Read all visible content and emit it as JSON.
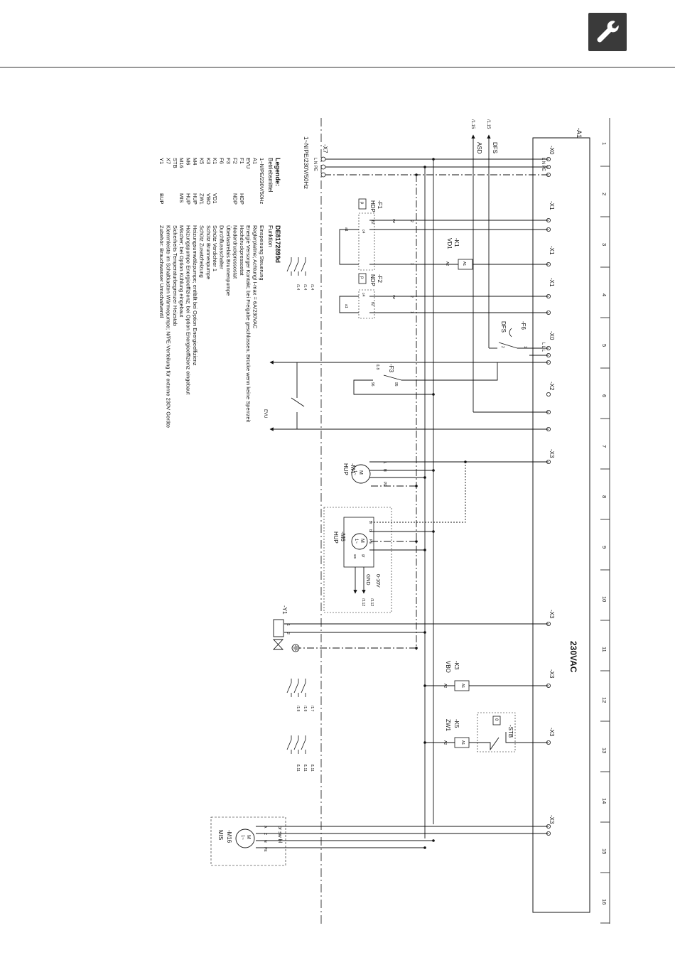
{
  "header": {
    "icon": "wrench-icon"
  },
  "schematic": {
    "board": "-A1",
    "voltage": "230VAC",
    "columns": [
      "1",
      "2",
      "3",
      "4",
      "5",
      "6",
      "7",
      "8",
      "9",
      "10",
      "11",
      "12",
      "13",
      "14",
      "15",
      "16"
    ],
    "terminals": {
      "x0a": "-X0",
      "x0a_pins": "L N PE",
      "x1a": "-X1",
      "x1b": "-X1",
      "x1c": "-X1",
      "x0b": "-X0",
      "x0b_pins": "L L L",
      "x2": "-X2",
      "x3a": "-X3",
      "x3b": "-X3",
      "x3c": "-X3",
      "x3d": "-X3",
      "x3e": "-X3",
      "x7": "-X7",
      "x7_pins": "L N PE"
    },
    "supply": "1~N/PE/230V/50Hz",
    "signals": [
      {
        "ref": "/1.15",
        "name": "DFS"
      },
      {
        "ref": "/1.15",
        "name": "ASD"
      }
    ],
    "components": {
      "f1": {
        "tag": "-F1",
        "name": "HDP",
        "pins": [
          "b2",
          "c4",
          "a1"
        ]
      },
      "k1": {
        "tag": "-K1",
        "name": "VD1",
        "pins": [
          "A1",
          "A2"
        ]
      },
      "f2": {
        "tag": "-F2",
        "name": "NDP",
        "pins": [
          "b2",
          "c4",
          "a1"
        ]
      },
      "f6": {
        "tag": "-F6",
        "name": "DFS",
        "pins": [
          "1",
          "2"
        ]
      },
      "f3": {
        "tag": "-F3",
        "pins": [
          "95",
          "96"
        ],
        "ref": "/1.8"
      },
      "evu": {
        "name": "EVU"
      },
      "m4": {
        "tag": "-M4",
        "name": "HUP",
        "pins": [
          "L",
          "N",
          "PE"
        ]
      },
      "m6": {
        "tag": "-M6",
        "name": "HUP",
        "pins": [
          "br",
          "bl",
          "PE",
          "gr",
          "ws"
        ],
        "signal": "0-10V",
        "gnd": "GND",
        "ref1": "/3.12",
        "ref2": "/3.12"
      },
      "y1": {
        "tag": "-Y1",
        "pins": [
          "1",
          "2"
        ]
      },
      "k3": {
        "tag": "-K3",
        "name": "VBO",
        "pins": [
          "A1",
          "A2"
        ]
      },
      "stb": {
        "tag": "-STB"
      },
      "k5": {
        "tag": "-K5",
        "name": "ZW1",
        "pins": [
          "A1",
          "A2"
        ]
      },
      "m16": {
        "tag": "-M16",
        "name": "MIS",
        "pins": [
          "A",
          "Z",
          "N",
          "PE"
        ],
        "wires": "br sw bl"
      }
    },
    "wire_numbers": {
      "w1": "sw",
      "w2": "2",
      "w3": "1",
      "w4": "sw",
      "w5": "2",
      "w6": "1",
      "w7": "1",
      "w8": "2"
    },
    "contact_refs": {
      "k1": [
        "/1.4",
        "/1.4",
        "/1.4"
      ],
      "k3": [
        "/1.7",
        "/1.8",
        "/1.8"
      ],
      "k5": [
        "/1.11",
        "/1.11",
        "/1.11"
      ]
    }
  },
  "legend": {
    "title": "Legende:",
    "doc_number": "DE8172899d",
    "col1_head": "Betriebsmittel",
    "col2_head": "Funktion",
    "rows": [
      {
        "tag": "1~N/PE/230V/50Hz",
        "name": "",
        "desc": "Einspeisung Steuerung"
      },
      {
        "tag": "A1",
        "name": "",
        "desc": "Reglerplatine; Achtung! I-max = 6A/230VAC"
      },
      {
        "tag": "EVU",
        "name": "",
        "desc": "Energie Versorger Kontakt; bei Freigabe geschlossen; Brücke wenn keine Sperrzeit"
      },
      {
        "tag": "F1",
        "name": "HDP",
        "desc": "Hochdruckpressostat"
      },
      {
        "tag": "F2",
        "name": "NDP",
        "desc": "Niederdruckpressostat"
      },
      {
        "tag": "F3",
        "name": "",
        "desc": "Überlastrelais Brunnenpumpe"
      },
      {
        "tag": "F6",
        "name": "",
        "desc": "Durchflussschalter"
      },
      {
        "tag": "K1",
        "name": "VD1",
        "desc": "Schütz Verdichter 1"
      },
      {
        "tag": "K3",
        "name": "VBO",
        "desc": "Schütz Brunnenpumpe"
      },
      {
        "tag": "K5",
        "name": "ZW1",
        "desc": "Schütz Zusatzheizung"
      },
      {
        "tag": "M4",
        "name": "HUP",
        "desc": "Heizungsumwälzpumpe; entfällt bei Option Energieeffizienz"
      },
      {
        "tag": "M6",
        "name": "HUP",
        "desc": "Heizungspumpe Energieeffizienz; bei Option Energieeffizienz eingebaut"
      },
      {
        "tag": "M16",
        "name": "MIS",
        "desc": "Mischer; bei Option Kühlung eingebaut"
      },
      {
        "tag": "STB",
        "name": "",
        "desc": "Sicherheits Temperaturbegrenzer Heizstab"
      },
      {
        "tag": "X7",
        "name": "",
        "desc": "Klemmleiste im Schaltkasten Wärmepumpe; N/PE-Verteilung für externe 230V Geräte"
      },
      {
        "tag": "Y1",
        "name": "BUP",
        "desc": "Zubehör: Brauchwasser Umschaltventil"
      }
    ]
  }
}
